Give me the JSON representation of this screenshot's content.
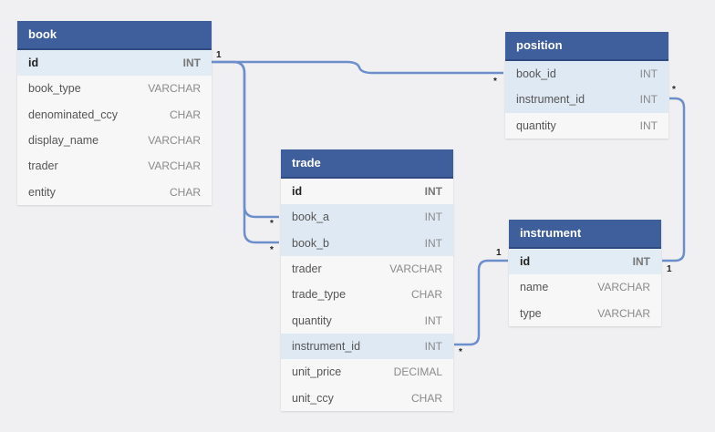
{
  "colors": {
    "header": "#3f5e9c",
    "key_row": "#dfe9f3",
    "connector": "#6c8fcc",
    "canvas": "#f0f0f2"
  },
  "tables": {
    "book": {
      "name": "book",
      "columns": [
        {
          "name": "id",
          "type": "INT"
        },
        {
          "name": "book_type",
          "type": "VARCHAR"
        },
        {
          "name": "denominated_ccy",
          "type": "CHAR"
        },
        {
          "name": "display_name",
          "type": "VARCHAR"
        },
        {
          "name": "trader",
          "type": "VARCHAR"
        },
        {
          "name": "entity",
          "type": "CHAR"
        }
      ]
    },
    "position": {
      "name": "position",
      "columns": [
        {
          "name": "book_id",
          "type": "INT"
        },
        {
          "name": "instrument_id",
          "type": "INT"
        },
        {
          "name": "quantity",
          "type": "INT"
        }
      ]
    },
    "trade": {
      "name": "trade",
      "columns": [
        {
          "name": "id",
          "type": "INT"
        },
        {
          "name": "book_a",
          "type": "INT"
        },
        {
          "name": "book_b",
          "type": "INT"
        },
        {
          "name": "trader",
          "type": "VARCHAR"
        },
        {
          "name": "trade_type",
          "type": "CHAR"
        },
        {
          "name": "quantity",
          "type": "INT"
        },
        {
          "name": "instrument_id",
          "type": "INT"
        },
        {
          "name": "unit_price",
          "type": "DECIMAL"
        },
        {
          "name": "unit_ccy",
          "type": "CHAR"
        }
      ]
    },
    "instrument": {
      "name": "instrument",
      "columns": [
        {
          "name": "id",
          "type": "INT"
        },
        {
          "name": "name",
          "type": "VARCHAR"
        },
        {
          "name": "type",
          "type": "VARCHAR"
        }
      ]
    }
  },
  "cardinality": {
    "book_position_one": "1",
    "book_position_many": "*",
    "book_trade_a_many": "*",
    "book_trade_b_many": "*",
    "position_instrument_many": "*",
    "position_instrument_one": "1",
    "trade_instrument_many": "*",
    "trade_instrument_one": "1"
  }
}
